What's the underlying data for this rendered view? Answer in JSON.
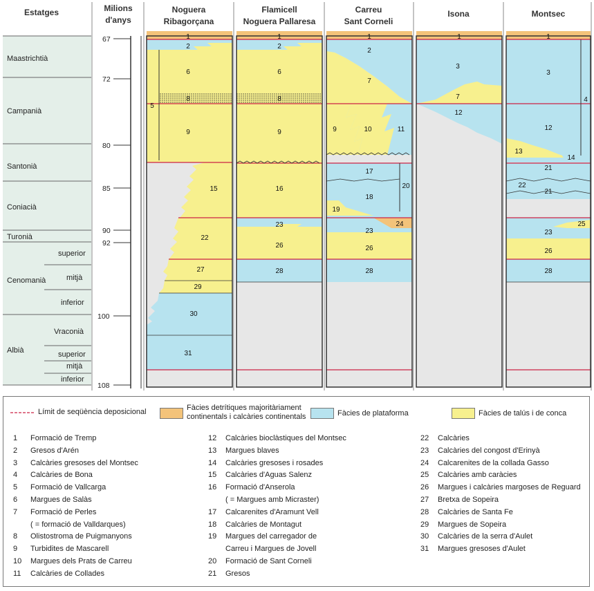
{
  "colors": {
    "yellow": "#f7f08e",
    "blue": "#b7e3ef",
    "orange": "#f3c37a",
    "grey": "#e7e7e7",
    "sequence_line": "#cc2244",
    "background_band": "#e4efe9"
  },
  "headers": {
    "stages": "Estatges",
    "millions_1": "Milions",
    "millions_2": "d'anys",
    "col1_1": "Noguera",
    "col1_2": "Ribagorçana",
    "col2_1": "Flamicell",
    "col2_2": "Noguera Pallaresa",
    "col3_1": "Carreu",
    "col3_2": "Sant Corneli",
    "col4_1": "Isona",
    "col5_1": "Montsec"
  },
  "stages": [
    "Maastrichtià",
    "Campanià",
    "Santonià",
    "Coniacià",
    "Turonià",
    "Cenomanià",
    "superior",
    "mitjà",
    "inferior",
    "Albià",
    "Vraconià",
    "superior",
    "mitjà",
    "inferior"
  ],
  "ages": [
    "67",
    "72",
    "80",
    "85",
    "90",
    "92",
    "100",
    "108"
  ],
  "units": {
    "c1": [
      "1",
      "2",
      "6",
      "8",
      "9",
      "5",
      "15",
      "22",
      "27",
      "29",
      "30",
      "31"
    ],
    "c2": [
      "1",
      "2",
      "6",
      "8",
      "9",
      "16",
      "23",
      "26",
      "28"
    ],
    "c3": [
      "1",
      "2",
      "7",
      "9",
      "10",
      "11",
      "17",
      "18",
      "20",
      "19",
      "24",
      "23",
      "26",
      "28"
    ],
    "c4": [
      "1",
      "3",
      "7",
      "12"
    ],
    "c5": [
      "1",
      "3",
      "4",
      "12",
      "13",
      "14",
      "21",
      "22",
      "21",
      "25",
      "23",
      "26",
      "28"
    ]
  },
  "legend": {
    "sequence_limit": "Límit de seqüència deposicional",
    "continental_1": "Fàcies detrítiques majoritàriament",
    "continental_2": "continentals i calcàries continentals",
    "platform": "Fàcies de plataforma",
    "slope": "Fàcies de talús i de conca",
    "col1": [
      {
        "n": "1",
        "t": "Formació de Tremp"
      },
      {
        "n": "2",
        "t": "Gresos d'Arén"
      },
      {
        "n": "3",
        "t": "Calcàries gresoses del Montsec"
      },
      {
        "n": "4",
        "t": "Calcàries de Bona"
      },
      {
        "n": "5",
        "t": "Formació de Vallcarga"
      },
      {
        "n": "6",
        "t": "Margues de Salàs"
      },
      {
        "n": "7",
        "t": "Formació de Perles"
      },
      {
        "n": "",
        "t": "( = formació de Valldarques)"
      },
      {
        "n": "8",
        "t": "Olistostroma de Puigmanyons"
      },
      {
        "n": "9",
        "t": "Turbidites de Mascarell"
      },
      {
        "n": "10",
        "t": "Margues dels Prats de Carreu"
      },
      {
        "n": "11",
        "t": "Calcàries de Collades"
      }
    ],
    "col2": [
      {
        "n": "12",
        "t": "Calcàries bioclàstiques del Montsec"
      },
      {
        "n": "13",
        "t": "Margues blaves"
      },
      {
        "n": "14",
        "t": "Calcàries gresoses i rosades"
      },
      {
        "n": "15",
        "t": "Calcàries d'Aguas Salenz"
      },
      {
        "n": "16",
        "t": "Formació d'Anserola"
      },
      {
        "n": "",
        "t": "( = Margues amb Micraster)"
      },
      {
        "n": "17",
        "t": "Calcarenites d'Aramunt Vell"
      },
      {
        "n": "18",
        "t": "Calcàries de Montagut"
      },
      {
        "n": "19",
        "t": "Margues del carregador de"
      },
      {
        "n": "",
        "t": "Carreu i Margues de Jovell"
      },
      {
        "n": "20",
        "t": "Formació de Sant Corneli"
      },
      {
        "n": "21",
        "t": "Gresos"
      }
    ],
    "col3": [
      {
        "n": "22",
        "t": "Calcàries"
      },
      {
        "n": "23",
        "t": "Calcàries del congost d'Erinyà"
      },
      {
        "n": "24",
        "t": "Calcarenites de la collada Gasso"
      },
      {
        "n": "25",
        "t": "Calcàries amb caràcies"
      },
      {
        "n": "26",
        "t": "Margues i calcàries margoses de Reguard"
      },
      {
        "n": "27",
        "t": "Bretxa de Sopeira"
      },
      {
        "n": "28",
        "t": "Calcàries de Santa Fe"
      },
      {
        "n": "29",
        "t": "Margues de Sopeira"
      },
      {
        "n": "30",
        "t": "Calcàries de la serra d'Aulet"
      },
      {
        "n": "31",
        "t": "Margues gresoses d'Aulet"
      }
    ]
  }
}
